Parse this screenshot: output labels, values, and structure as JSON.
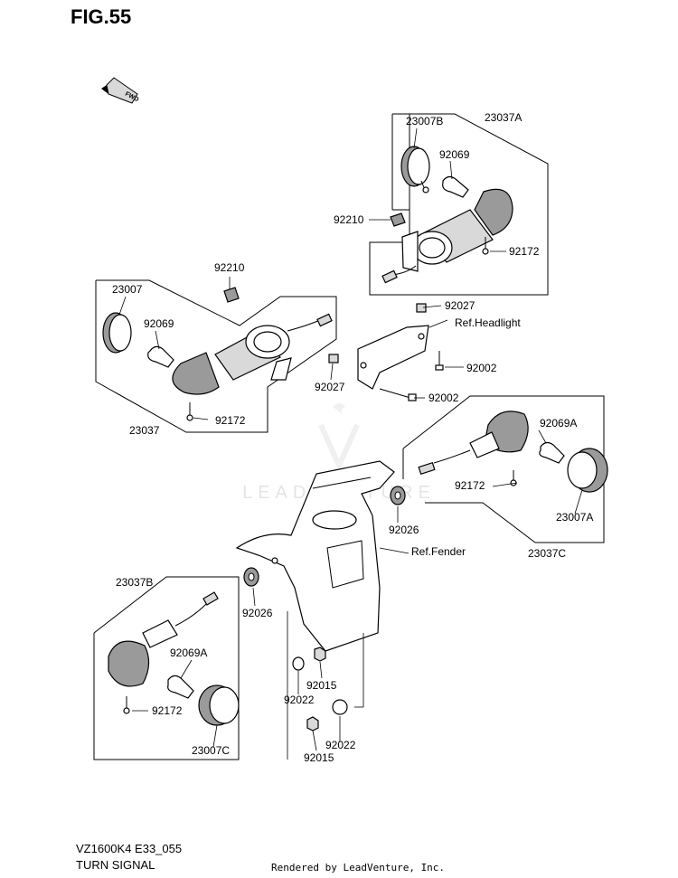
{
  "figure_title": "FIG.55",
  "fwd_label": "FWD",
  "watermark": "LEADVENTURE",
  "model_code": "VZ1600K4 E33_055",
  "section_title": "TURN SIGNAL",
  "credit": "Rendered by LeadVenture, Inc.",
  "labels": {
    "p23007B": "23007B",
    "p23037A": "23037A",
    "p92069_a": "92069",
    "p92210_a": "92210",
    "p92172_a": "92172",
    "p92027_a": "92027",
    "refHeadlight": "Ref.Headlight",
    "p92002_a": "92002",
    "p92210_b": "92210",
    "p23007": "23007",
    "p92069_b": "92069",
    "p92027_b": "92027",
    "p92002_b": "92002",
    "p92172_b": "92172",
    "p23037": "23037",
    "p92069A_a": "92069A",
    "p92172_c": "92172",
    "p92026_a": "92026",
    "p23007A": "23007A",
    "refFender": "Ref.Fender",
    "p23037C": "23037C",
    "p23037B": "23037B",
    "p92026_b": "92026",
    "p92069A_b": "92069A",
    "p92022_a": "92022",
    "p92015_a": "92015",
    "p92172_d": "92172",
    "p92022_b": "92022",
    "p92015_b": "92015",
    "p23007C": "23007C"
  }
}
